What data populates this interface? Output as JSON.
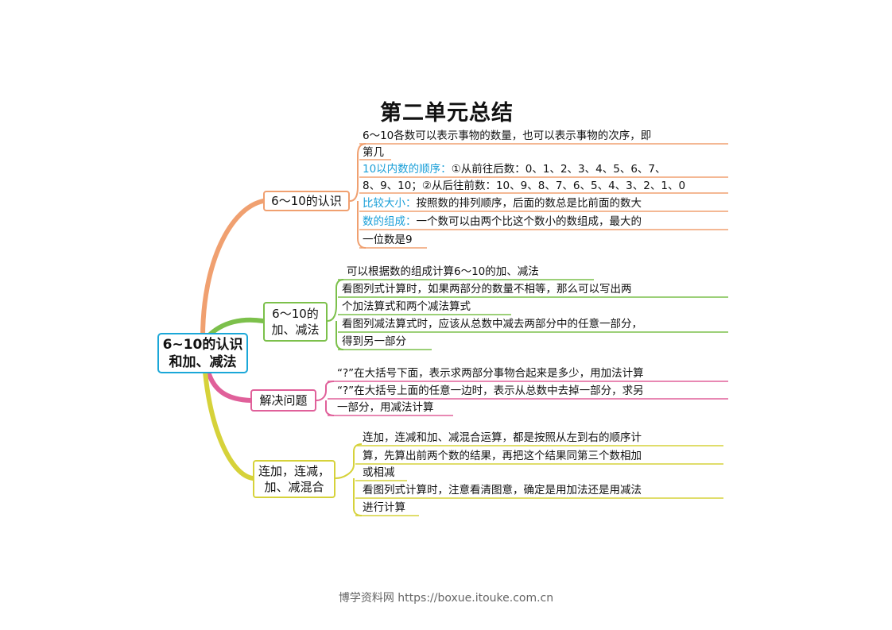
{
  "title": "第二单元总结",
  "central": {
    "line1": "6~10的认识",
    "line2": "和加、减法"
  },
  "branches": {
    "recognize": {
      "label": "6～10的认识",
      "color": "#f0a070",
      "lines": {
        "l1": "6～10各数可以表示事物的数量，也可以表示事物的次序，即",
        "l2": "第几",
        "l3_key": "10以内数的顺序：",
        "l3_rest": "①从前往后数：0、1、2、3、4、5、6、7、",
        "l4": "8、9、10；②从后往前数：10、9、8、7、6、5、4、3、2、1、0",
        "l5_key": "比较大小：",
        "l5_rest": "按照数的排列顺序，后面的数总是比前面的数大",
        "l6_key": "数的组成：",
        "l6_rest": "一个数可以由两个比这个数小的数组成，最大的",
        "l7": "一位数是9"
      }
    },
    "addsub": {
      "label1": "6～10的",
      "label2": "加、减法",
      "color": "#7cc04b",
      "lines": {
        "l1": "可以根据数的组成计算6～10的加、减法",
        "l2": "看图列式计算时，如果两部分的数量不相等，那么可以写出两",
        "l3": "个加法算式和两个减法算式",
        "l4": "看图列减法算式时，应该从总数中减去两部分中的任意一部分，",
        "l5": "得到另一部分"
      }
    },
    "solve": {
      "label": "解决问题",
      "color": "#e0609a",
      "lines": {
        "l1": "“?”在大括号下面，表示求两部分事物合起来是多少，用加法计算",
        "l2": "“?”在大括号上面的任意一边时，表示从总数中去掉一部分，求另",
        "l3": "一部分，用减法计算"
      }
    },
    "mixed": {
      "label1": "连加，连减，",
      "label2": "加、减混合",
      "color": "#d6d23a",
      "lines": {
        "l1": "连加，连减和加、减混合运算，都是按照从左到右的顺序计",
        "l2": "算，先算出前两个数的结果，再把这个结果同第三个数相加",
        "l3": "或相减",
        "l4": "看图列式计算时，注意看清图意，确定是用加法还是用减法",
        "l5": "进行计算"
      }
    }
  },
  "central_color": "#1aa7d8",
  "footer": "博学资料网 https://boxue.itouke.com.cn"
}
